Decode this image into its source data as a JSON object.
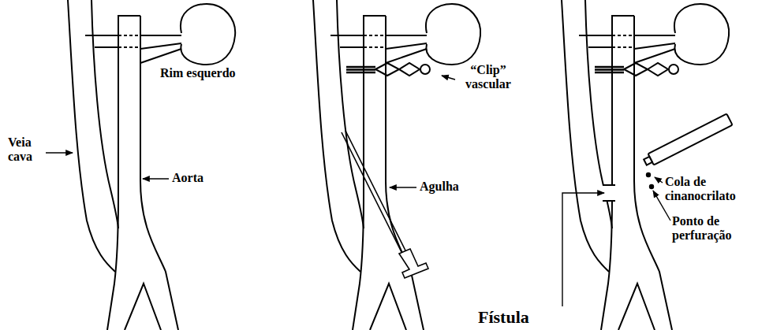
{
  "diagram": {
    "labels": [
      "Rim esquerdo",
      "Veia cava",
      "Aorta",
      "“Clip” vascular",
      "Agulha",
      "Cola de cinanocrilato",
      "Ponto de perfuração",
      "Fístula"
    ]
  }
}
